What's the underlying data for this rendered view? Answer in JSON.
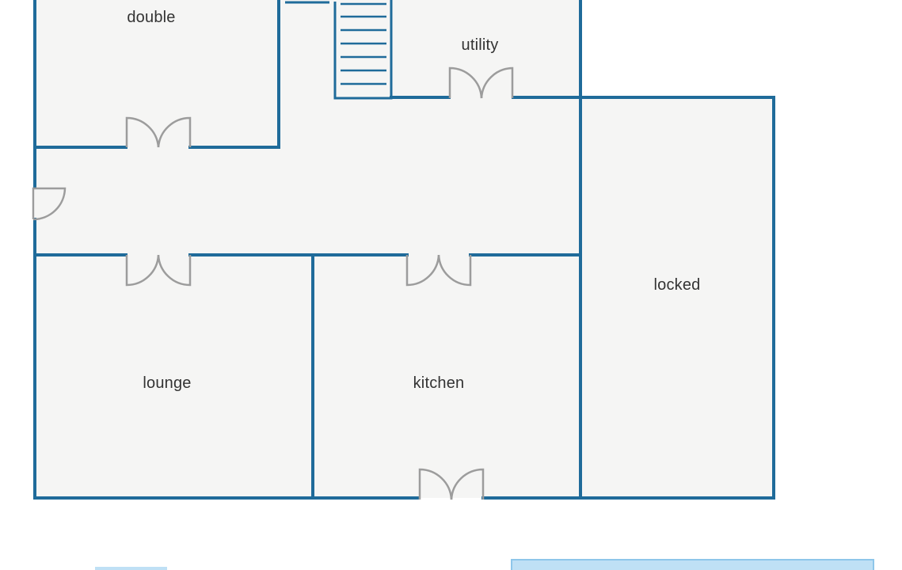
{
  "colors": {
    "background": "#ffffff",
    "floor": "#f5f5f4",
    "wall": "#1f6b9a",
    "door": "#9c9c9c",
    "text": "#333333",
    "water": "#bfe0f5",
    "water_edge": "#8ec6ea"
  },
  "rooms": {
    "double": "double",
    "utility": "utility",
    "locked": "locked",
    "lounge": "lounge",
    "kitchen": "kitchen"
  },
  "icons": {
    "stairs": "stairs-icon",
    "door": "door-swing-icon"
  }
}
